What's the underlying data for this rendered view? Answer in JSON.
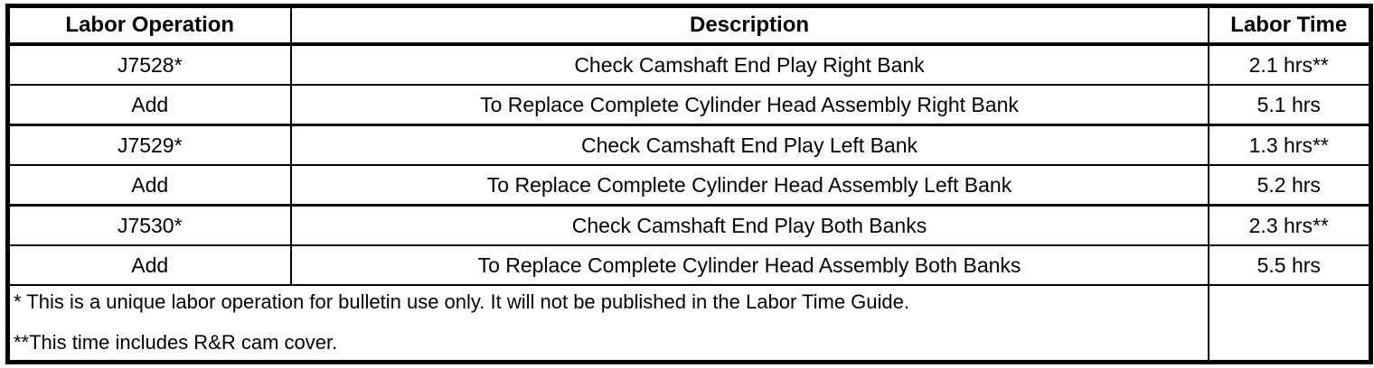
{
  "table": {
    "columns": [
      {
        "key": "labor_operation",
        "label": "Labor Operation"
      },
      {
        "key": "description",
        "label": "Description"
      },
      {
        "key": "labor_time",
        "label": "Labor Time"
      }
    ],
    "rows": [
      {
        "labor_operation": "J7528*",
        "description": "Check Camshaft End Play Right Bank",
        "labor_time": "2.1 hrs**"
      },
      {
        "labor_operation": "Add",
        "description": "To Replace Complete Cylinder Head Assembly Right Bank",
        "labor_time": "5.1 hrs"
      },
      {
        "labor_operation": "J7529*",
        "description": "Check Camshaft End Play Left Bank",
        "labor_time": "1.3 hrs**"
      },
      {
        "labor_operation": "Add",
        "description": "To Replace Complete Cylinder Head Assembly Left Bank",
        "labor_time": "5.2 hrs"
      },
      {
        "labor_operation": "J7530*",
        "description": "Check Camshaft End Play Both Banks",
        "labor_time": "2.3 hrs**"
      },
      {
        "labor_operation": "Add",
        "description": "To Replace Complete Cylinder Head Assembly Both Banks",
        "labor_time": "5.5 hrs"
      }
    ],
    "footnotes": {
      "line1": "* This is a unique labor operation for bulletin use only. It will not be published in the Labor Time Guide.",
      "line2": "**This time includes R&R cam cover.",
      "labor_time_cell": ""
    }
  },
  "colors": {
    "border": "#000000",
    "text": "#000000",
    "background": "#ffffff"
  }
}
